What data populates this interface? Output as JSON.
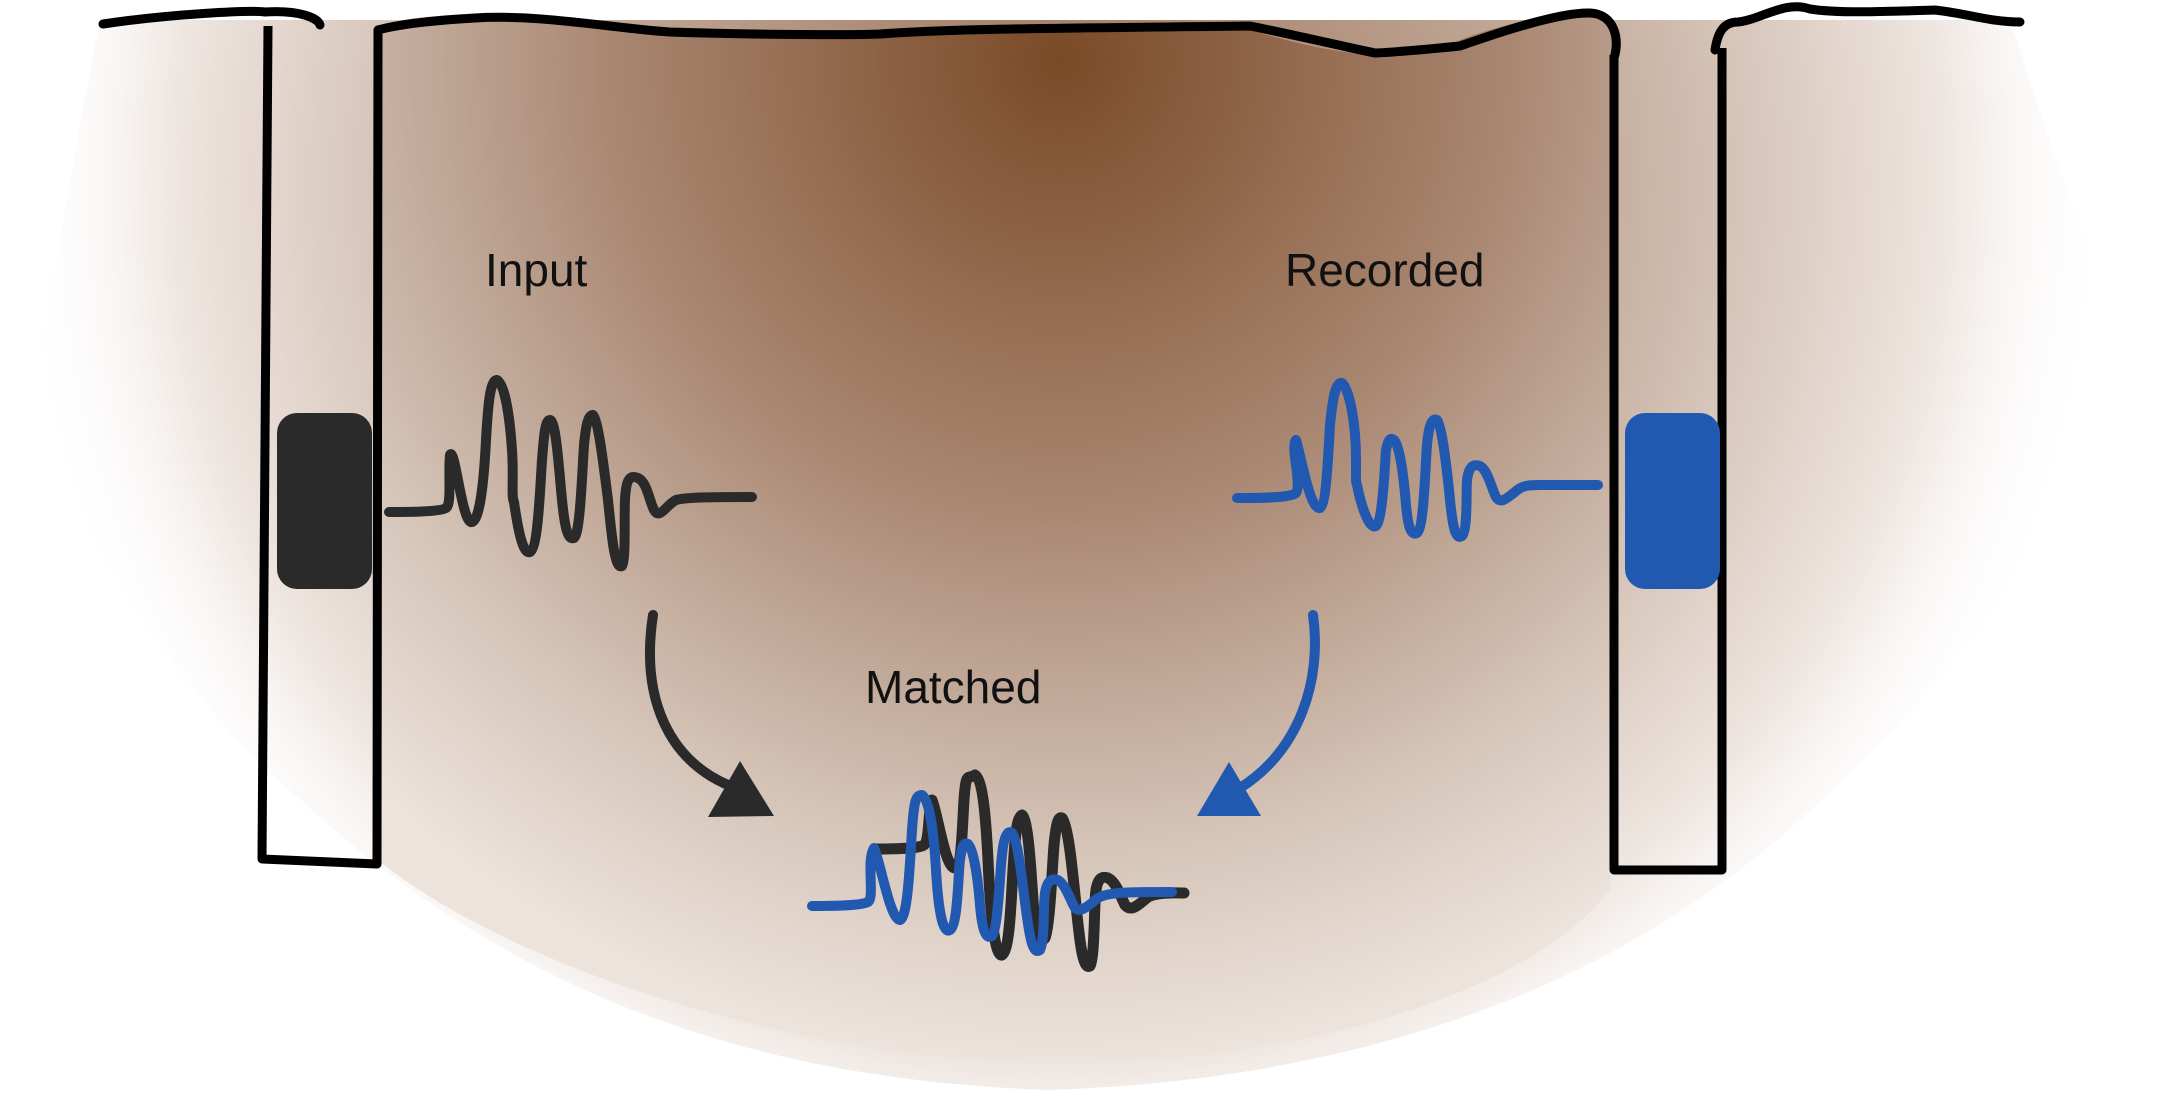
{
  "labels": {
    "input": "Input",
    "recorded": "Recorded",
    "matched": "Matched"
  },
  "colors": {
    "source_signal": "#2a2a2a",
    "recorded_signal": "#2259b0",
    "tissue_core": "#7a4a26",
    "outline": "#000000"
  },
  "icons": {
    "left_transducer": "transducer-block-icon",
    "right_transducer": "transducer-block-icon"
  }
}
